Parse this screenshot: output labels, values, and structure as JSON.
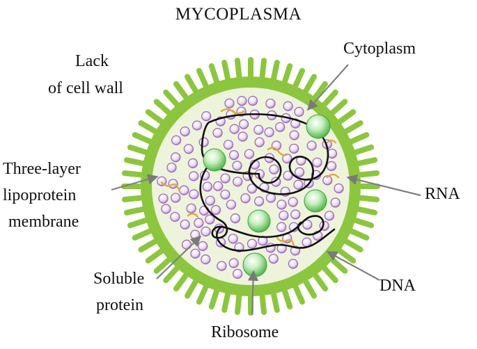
{
  "title": "MYCOPLASMA",
  "labels": {
    "lack_wall_line1": "Lack",
    "lack_wall_line2": "of cell wall",
    "cytoplasm": "Cytoplasm",
    "membrane_line1": "Three-layer",
    "membrane_line2": "lipoprotein",
    "membrane_line3": "membrane",
    "rna": "RNA",
    "soluble_line1": "Soluble",
    "soluble_line2": "protein",
    "dna": "DNA",
    "ribosome": "Ribosome"
  },
  "colors": {
    "membrane": "#8cc63e",
    "cytoplasm": "#eef3dc",
    "soluble_protein": "#b98ad0",
    "ribosome": "#7fce7a",
    "rna": "#e0a93b",
    "dna": "#111111",
    "arrow": "#808080"
  }
}
